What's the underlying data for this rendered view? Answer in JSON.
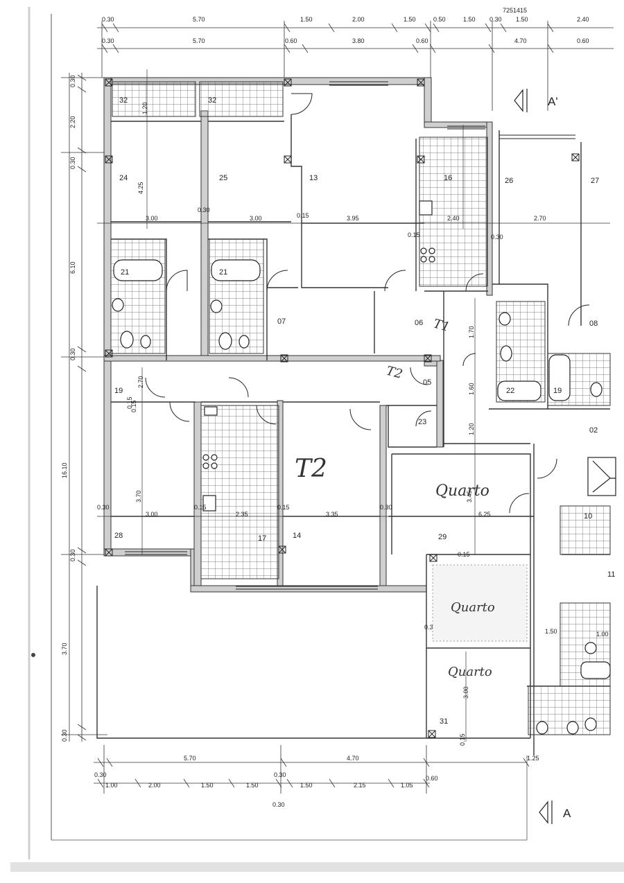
{
  "header_code": "7251415",
  "dims_top_row1": [
    "0.30",
    "5.70",
    "1.50",
    "2.00",
    "1.50",
    "0.50",
    "1.50",
    "0.30",
    "1.50",
    "2.40"
  ],
  "dims_top_row2": [
    "0.30",
    "5.70",
    "0.60",
    "3.80",
    "0.60",
    "4.70",
    "0.60"
  ],
  "dims_left": [
    "0.30",
    "2.20",
    "0.30",
    "6.10",
    "0.30",
    "16.10",
    "0.30",
    "3.70",
    "0.30"
  ],
  "dims_inner": [
    "4.25",
    "3.00",
    "0.30",
    "3.00",
    "0.15",
    "3.95",
    "2.40",
    "2.70",
    "0.15",
    "0.30",
    "1.20",
    "2.70",
    "0.15",
    "1.70",
    "1.60",
    "1.20",
    "3.70",
    "0.30",
    "3.00",
    "0.15",
    "2.35",
    "0.15",
    "3.35",
    "0.30",
    "3.45",
    "6.25",
    "0.15",
    "0.30",
    "1.50",
    "1.00",
    "3.00",
    "0.15",
    "0.15"
  ],
  "dims_bottom_row1": [
    "5.70",
    "4.70",
    "1.25"
  ],
  "dims_bottom_row2": [
    "0.30",
    "1.00",
    "2.00",
    "1.50",
    "1.50",
    "0.30",
    "1.50",
    "2.15",
    "1.05",
    "0.60"
  ],
  "dims_bottom_row3": [
    "0.30"
  ],
  "rooms": [
    "32",
    "32",
    "24",
    "25",
    "13",
    "16",
    "26",
    "27",
    "21",
    "21",
    "07",
    "06",
    "08",
    "22",
    "19",
    "19",
    "05",
    "23",
    "02",
    "28",
    "17",
    "14",
    "29",
    "10",
    "31",
    "11"
  ],
  "handwriting": {
    "t1": "T1",
    "t2a": "T2",
    "t2": "T2",
    "quarto1": "Quarto",
    "quarto2": "Quarto",
    "quarto3": "Quarto"
  },
  "sections": {
    "top": "A'",
    "bottom": "A"
  }
}
